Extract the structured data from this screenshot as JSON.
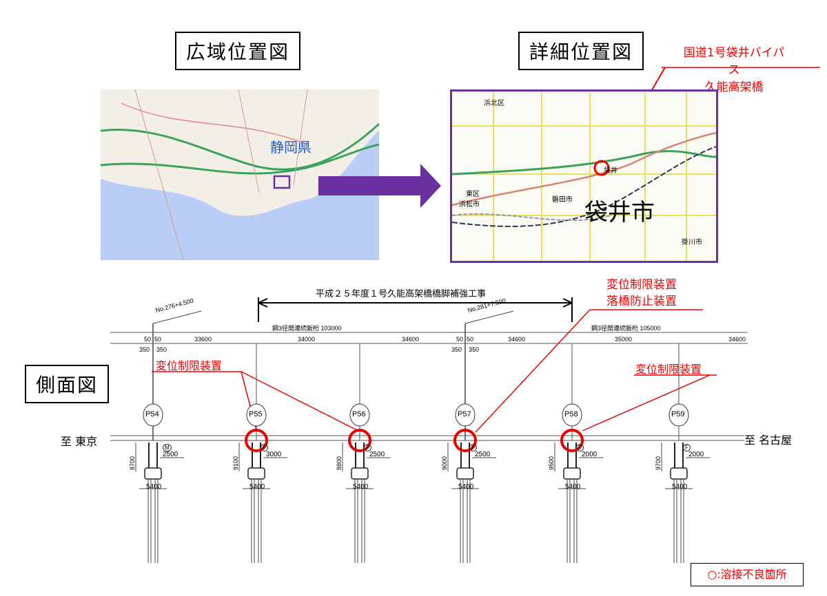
{
  "titles": {
    "wide_map": "広域位置図",
    "detail_map": "詳細位置図",
    "side_view": "側面図"
  },
  "callouts": {
    "bridge_name_line1": "国道1号袋井バイパス",
    "bridge_name_line2": "久能高架橋",
    "device_top_line1": "変位制限装置",
    "device_top_line2": "落橋防止装置",
    "device_left": "変位制限装置",
    "device_right": "変位制限装置"
  },
  "wide_map": {
    "prefecture_label": "静岡県"
  },
  "detail_map": {
    "city_label": "袋井市",
    "labels": [
      "浜北区",
      "東区",
      "浜松市",
      "磐田市",
      "掛川市",
      "袋井"
    ]
  },
  "project": {
    "title": "平成２５年度１号久能高架橋橋脚補強工事"
  },
  "stations": [
    "No.276+4.500",
    "No.281+7.500"
  ],
  "girders": [
    "鋼3径間連続鈑桁 103000",
    "鋼3径間連続鈑桁 105000"
  ],
  "spans": [
    "33600",
    "34000",
    "34600",
    "34600",
    "35000",
    "34600"
  ],
  "joint_dims": [
    "50",
    "50",
    "350",
    "350"
  ],
  "directions": {
    "left": "至 東京",
    "right": "至 名古屋"
  },
  "piers": [
    {
      "name": "P54",
      "height": "8700",
      "width": "2500",
      "footing": "5400",
      "bearing": "M",
      "defect": false
    },
    {
      "name": "P55",
      "height": "9100",
      "width": "3000",
      "footing": "5400",
      "bearing": "F",
      "defect": true
    },
    {
      "name": "P56",
      "height": "8800",
      "width": "2500",
      "footing": "5400",
      "bearing": "F",
      "defect": true
    },
    {
      "name": "P57",
      "height": "9000",
      "width": "2500",
      "footing": "5400",
      "bearing": "F",
      "defect": true
    },
    {
      "name": "P58",
      "height": "9500",
      "width": "2000",
      "footing": "5400",
      "bearing": "F",
      "defect": true
    },
    {
      "name": "P59",
      "height": "9700",
      "width": "2000",
      "footing": "5400",
      "bearing": "F",
      "defect": false
    }
  ],
  "legend": {
    "text": "○:溶接不良箇所"
  },
  "colors": {
    "accent": "#e00000",
    "frame": "#6a2fa0"
  }
}
